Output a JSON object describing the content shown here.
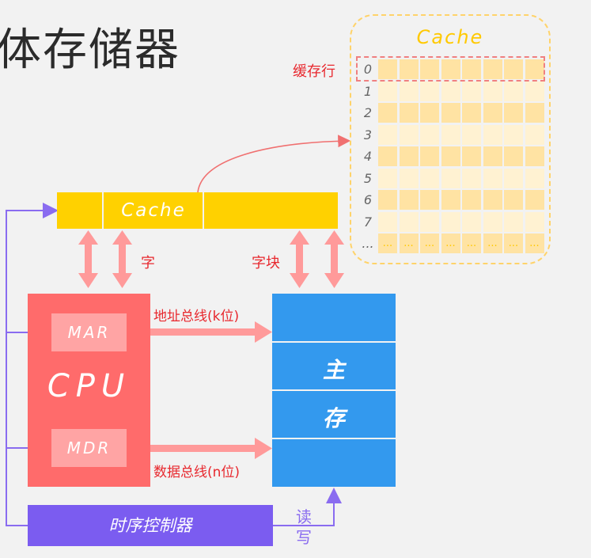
{
  "slide_title": "体存储器",
  "cache_bar_label": "Cache",
  "cpu": {
    "label": "CPU",
    "mar": "MAR",
    "mdr": "MDR"
  },
  "main_memory": {
    "char1": "主",
    "char2": "存"
  },
  "timer_label": "时序控制器",
  "read_write": {
    "read": "读",
    "write": "写"
  },
  "labels": {
    "word": "字",
    "word_block": "字块",
    "address_bus": "地址总线(k位)",
    "data_bus": "数据总线(n位)",
    "cache_line": "缓存行"
  },
  "cache_detail": {
    "title": "Cache",
    "row_indices": [
      "0",
      "1",
      "2",
      "3",
      "4",
      "5",
      "6",
      "7",
      "..."
    ],
    "cols": 8,
    "ellipsis": "..."
  },
  "colors": {
    "cache": "#ffd100",
    "cpu": "#ff6b6b",
    "register": "#ffa4a4",
    "main_memory": "#3399ee",
    "timer": "#7b5cf0",
    "arrow": "#ff9a9a",
    "control_line": "#8a6cf0",
    "label_red": "#e8282e"
  }
}
